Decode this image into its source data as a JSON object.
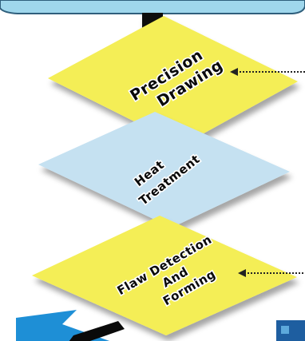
{
  "colors": {
    "yellow_diamond": "#f4ee57",
    "blue_diamond": "#c5e1f1",
    "top_banner": "#9fd7ec",
    "blue_arrow": "#1e8fd6",
    "arrow_black": "#0a0a0a"
  },
  "steps": [
    {
      "line1": "Precision",
      "line2": "Drawing"
    },
    {
      "line1": "Heat",
      "line2": "Treatment"
    },
    {
      "line1": "Flaw Detection",
      "line2": "And",
      "line3": "Forming"
    }
  ]
}
